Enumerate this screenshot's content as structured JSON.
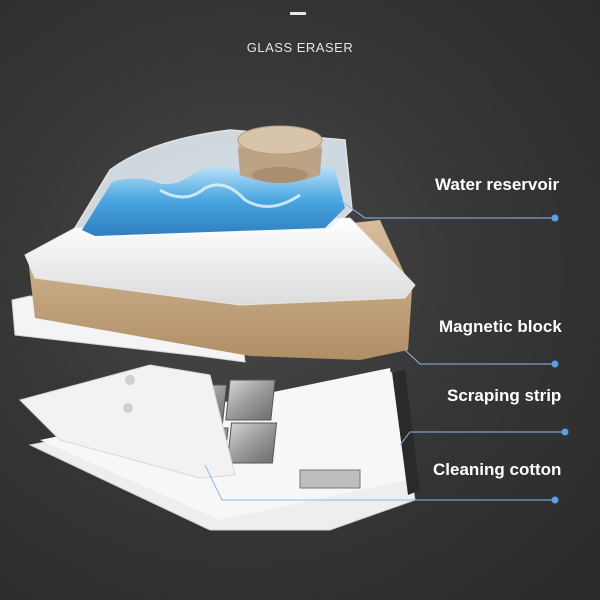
{
  "heading": "GLASS ERASER",
  "labels": {
    "water_reservoir": "Water reservoir",
    "magnetic_block": "Magnetic block",
    "scraping_strip": "Scraping strip",
    "cleaning_cotton": "Cleaning cotton"
  },
  "colors": {
    "background": "#333334",
    "callout_line": "#8fb8e6",
    "body_gold": "#c9a882",
    "water_blue": "#4aa6e0"
  }
}
